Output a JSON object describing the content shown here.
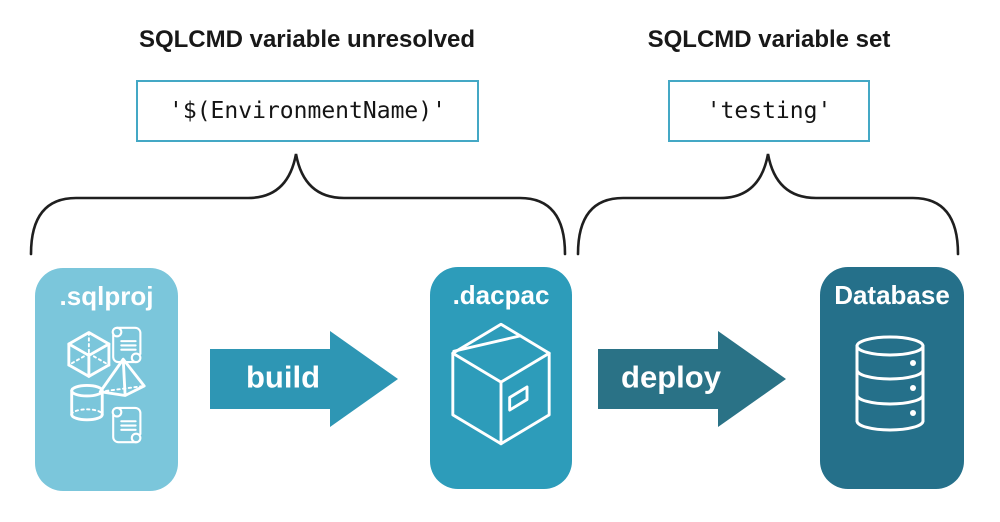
{
  "diagram": {
    "annotations": [
      {
        "heading": "SQLCMD variable unresolved",
        "value": "'$(EnvironmentName)'"
      },
      {
        "heading": "SQLCMD variable set",
        "value": "'testing'"
      }
    ],
    "nodes": [
      {
        "label": ".sqlproj",
        "icon": "sql-project-shapes-icon",
        "color": "#7BC6DB"
      },
      {
        "label": ".dacpac",
        "icon": "package-box-icon",
        "color": "#2D9CBA"
      },
      {
        "label": "Database",
        "icon": "database-cylinder-icon",
        "color": "#25708A"
      }
    ],
    "arrows": [
      {
        "label": "build",
        "color": "#2E96B4"
      },
      {
        "label": "deploy",
        "color": "#2A7286"
      }
    ],
    "colors": {
      "code_box_border": "#44A8C5",
      "brace_stroke": "#1F1F1F",
      "text": "#181818"
    }
  }
}
